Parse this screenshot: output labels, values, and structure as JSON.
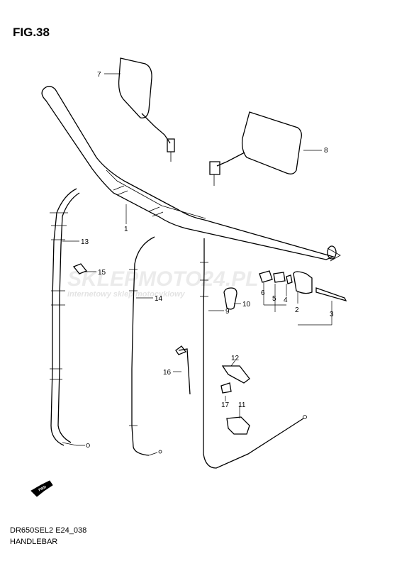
{
  "figure": {
    "title": "FIG.38"
  },
  "footer": {
    "model_code": "DR650SEL2 E24_038",
    "section": "HANDLEBAR"
  },
  "watermark": {
    "brand_main": "SKLEPMOTO24.PL",
    "tagline": "internetowy sklep motocyklowy",
    "color": "#d94a45"
  },
  "fwd_badge": {
    "text": "FWD",
    "icon": "arrow-icon"
  },
  "callouts": {
    "n1": "1",
    "n2": "2",
    "n3": "3",
    "n4": "4",
    "n5": "5",
    "n6": "6",
    "n7": "7",
    "n8": "8",
    "n9": "9",
    "n10": "10",
    "n11": "11",
    "n12": "12",
    "n13": "13",
    "n14": "14",
    "n15": "15",
    "n16": "16",
    "n17": "17"
  }
}
